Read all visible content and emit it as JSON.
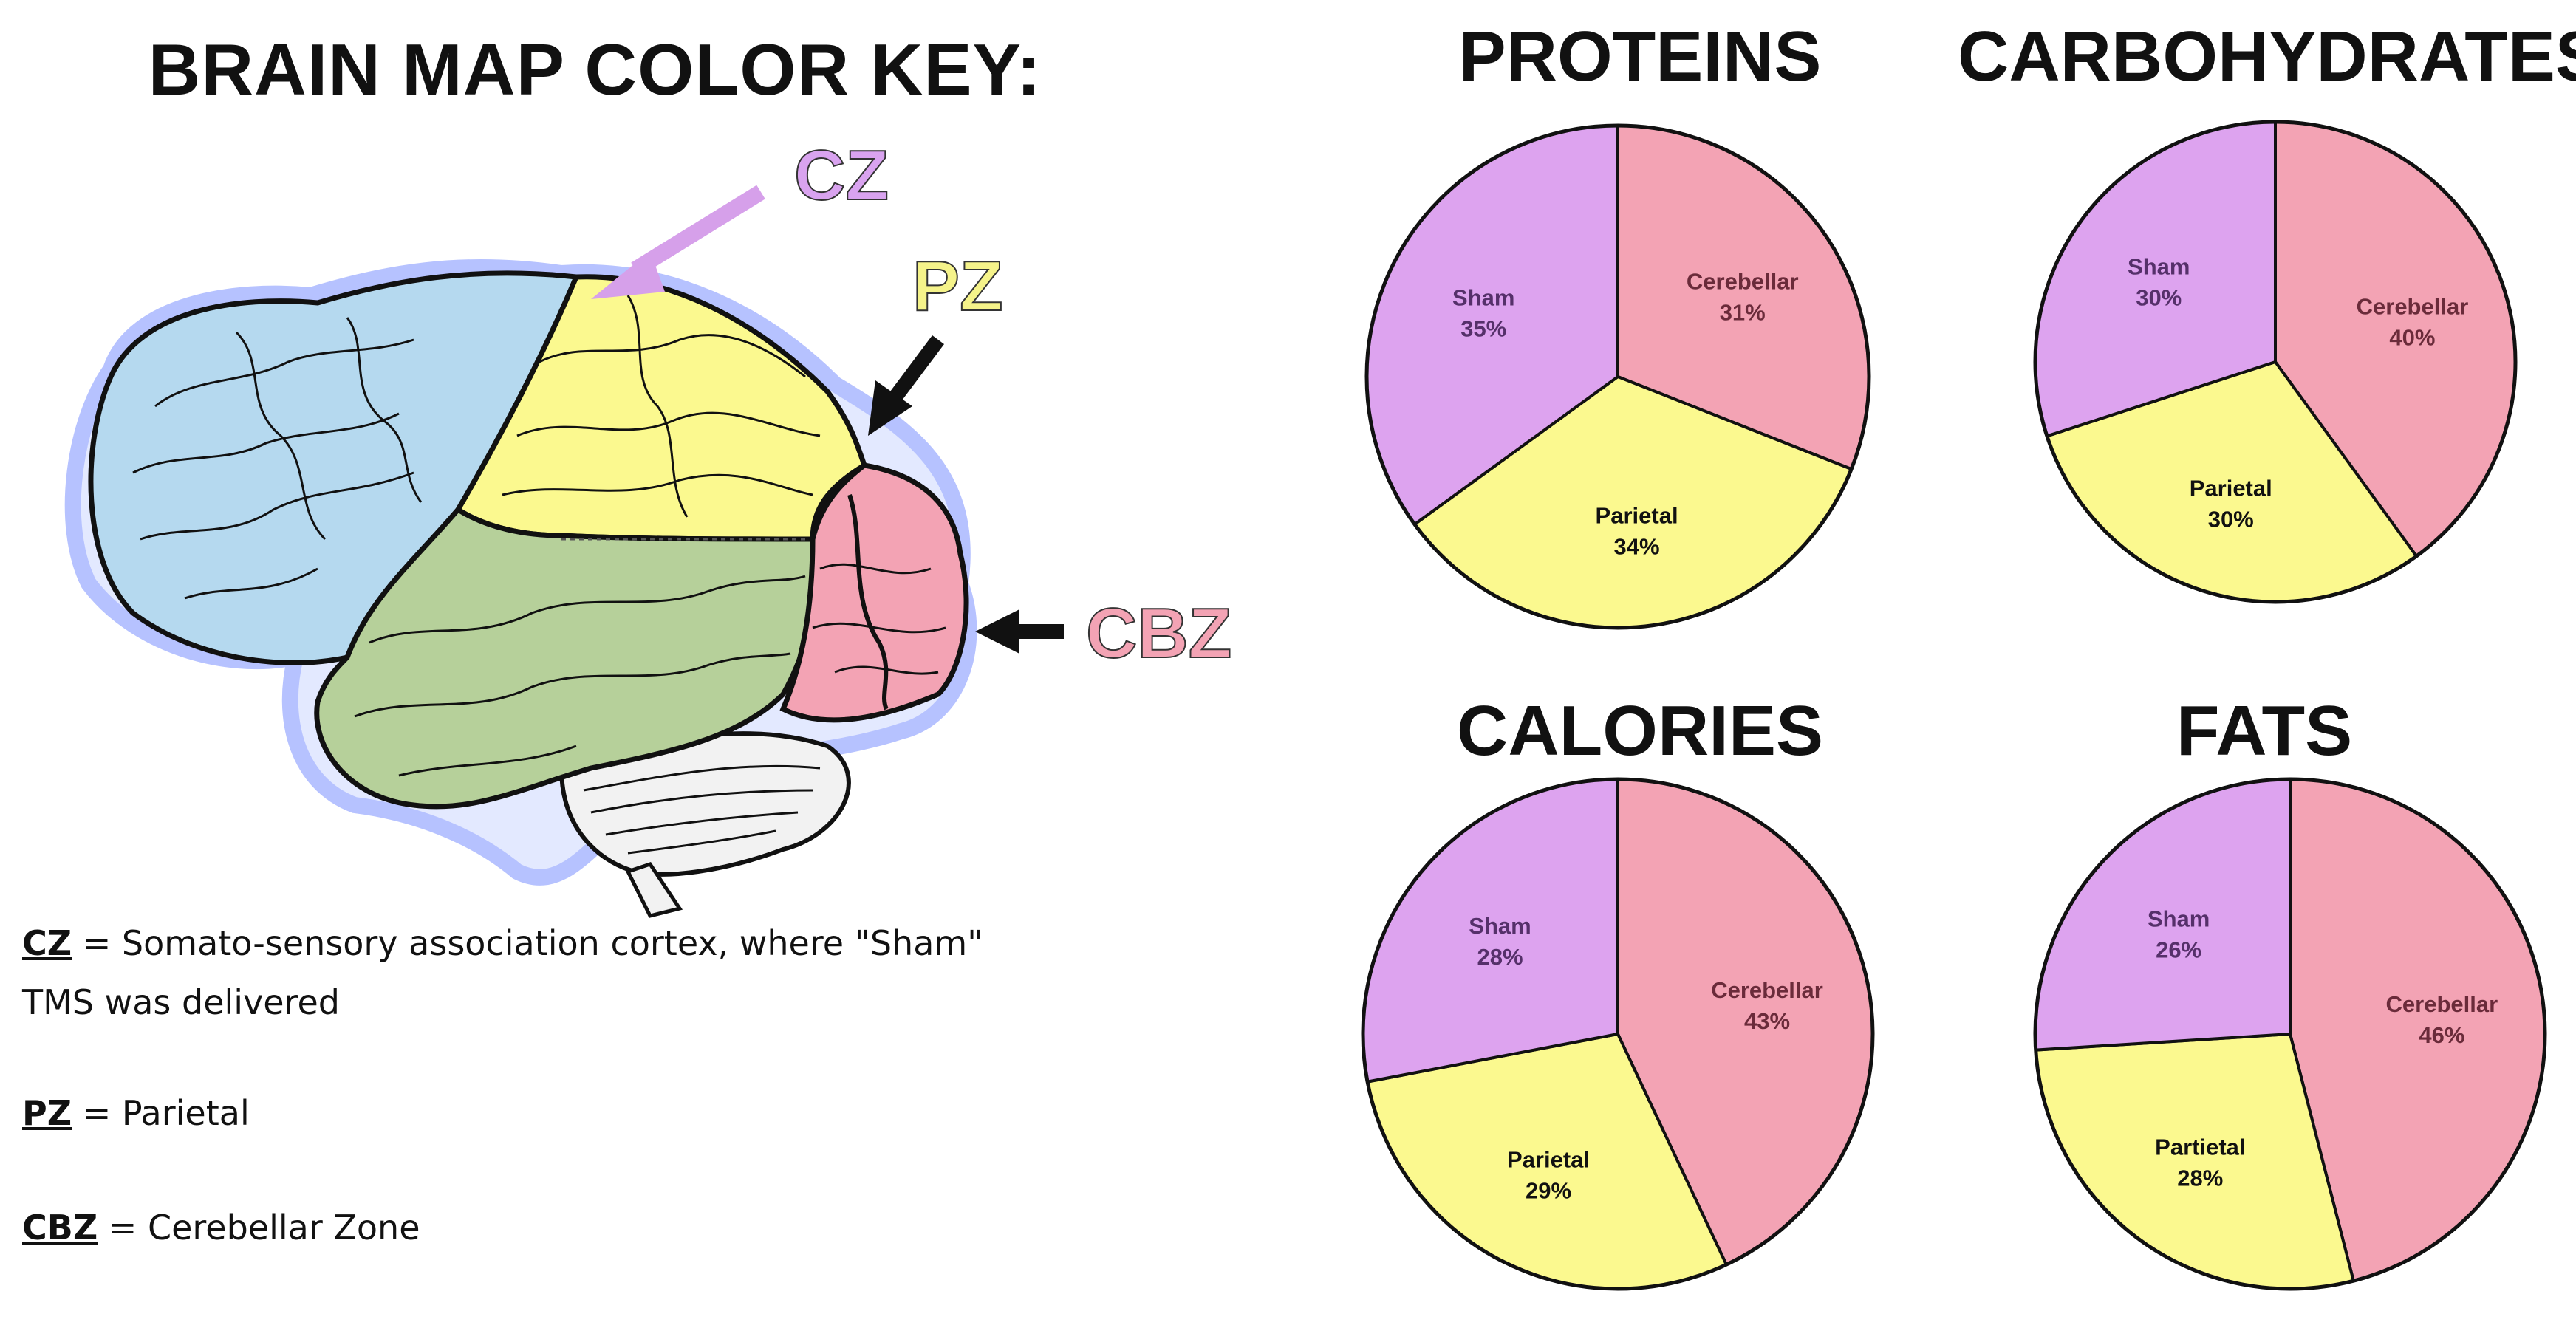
{
  "key": {
    "title": "BRAIN  MAP COLOR KEY:",
    "zone_labels": {
      "cz": "CZ",
      "pz": "PZ",
      "cbz": "CBZ"
    },
    "legend": [
      {
        "code": "CZ",
        "sep": " =  ",
        "text": "Somato-sensory association cortex, where \"Sham\"",
        "text2": "TMS was delivered"
      },
      {
        "code": "PZ",
        "sep": " = ",
        "text": "Parietal"
      },
      {
        "code": "CBZ",
        "sep": " = ",
        "text": "Cerebellar Zone"
      }
    ]
  },
  "colors": {
    "sham": "#dda3ef",
    "parietal": "#fbf98f",
    "cerebellar": "#f3a3b4",
    "frontal": "#b5d9ef",
    "temporal": "#b6d09a",
    "cz_label": "#d9a3ef",
    "pz_label": "#f5f38a",
    "cbz_label": "#f3a3b4"
  },
  "chart_data": [
    {
      "type": "pie",
      "title": "PROTEINS",
      "slices": [
        {
          "label": "Cerebellar",
          "value": 31,
          "display": "31%",
          "color": "#f3a3b4"
        },
        {
          "label": "Parietal",
          "value": 34,
          "display": "34%",
          "color": "#fbf98f"
        },
        {
          "label": "Sham",
          "value": 35,
          "display": "35%",
          "color": "#dda3ef"
        }
      ]
    },
    {
      "type": "pie",
      "title": "CARBOHYDRATES",
      "slices": [
        {
          "label": "Cerebellar",
          "value": 40,
          "display": "40%",
          "color": "#f3a3b4"
        },
        {
          "label": "Parietal",
          "value": 30,
          "display": "30%",
          "color": "#fbf98f"
        },
        {
          "label": "Sham",
          "value": 30,
          "display": "30%",
          "color": "#dda3ef"
        }
      ]
    },
    {
      "type": "pie",
      "title": "CALORIES",
      "slices": [
        {
          "label": "Cerebellar",
          "value": 43,
          "display": "43%",
          "color": "#f3a3b4"
        },
        {
          "label": "Parietal",
          "value": 29,
          "display": "29%",
          "color": "#fbf98f"
        },
        {
          "label": "Sham",
          "value": 28,
          "display": "28%",
          "color": "#dda3ef"
        }
      ]
    },
    {
      "type": "pie",
      "title": "FATS",
      "slices": [
        {
          "label": "Cerebellar",
          "value": 46,
          "display": "46%",
          "color": "#f3a3b4"
        },
        {
          "label": "Partietal",
          "value": 28,
          "display": "28%",
          "color": "#fbf98f"
        },
        {
          "label": "Sham",
          "value": 26,
          "display": "26%",
          "color": "#dda3ef"
        }
      ]
    }
  ]
}
